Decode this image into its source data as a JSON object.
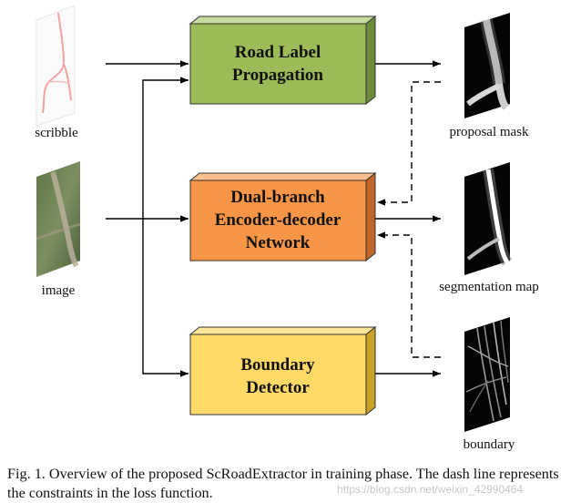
{
  "inputs": {
    "scribble_label": "scribble",
    "image_label": "image"
  },
  "boxes": {
    "label_propagation": {
      "line1": "Road Label",
      "line2": "Propagation",
      "color": "#9bbb59"
    },
    "encoder_decoder": {
      "line1": "Dual-branch",
      "line2": "Encoder-decoder",
      "line3": "Network",
      "color": "#f79646"
    },
    "boundary_detector": {
      "line1": "Boundary",
      "line2": "Detector",
      "color": "#ffd966"
    }
  },
  "outputs": {
    "proposal_mask_label": "proposal mask",
    "segmentation_map_label": "segmentation map",
    "boundary_label": "boundary"
  },
  "caption": "Fig. 1. Overview of the proposed ScRoadExtractor in training phase. The dash line represents the constraints in the loss function.",
  "watermark": "https://blog.csdn.net/weixin_42990464"
}
